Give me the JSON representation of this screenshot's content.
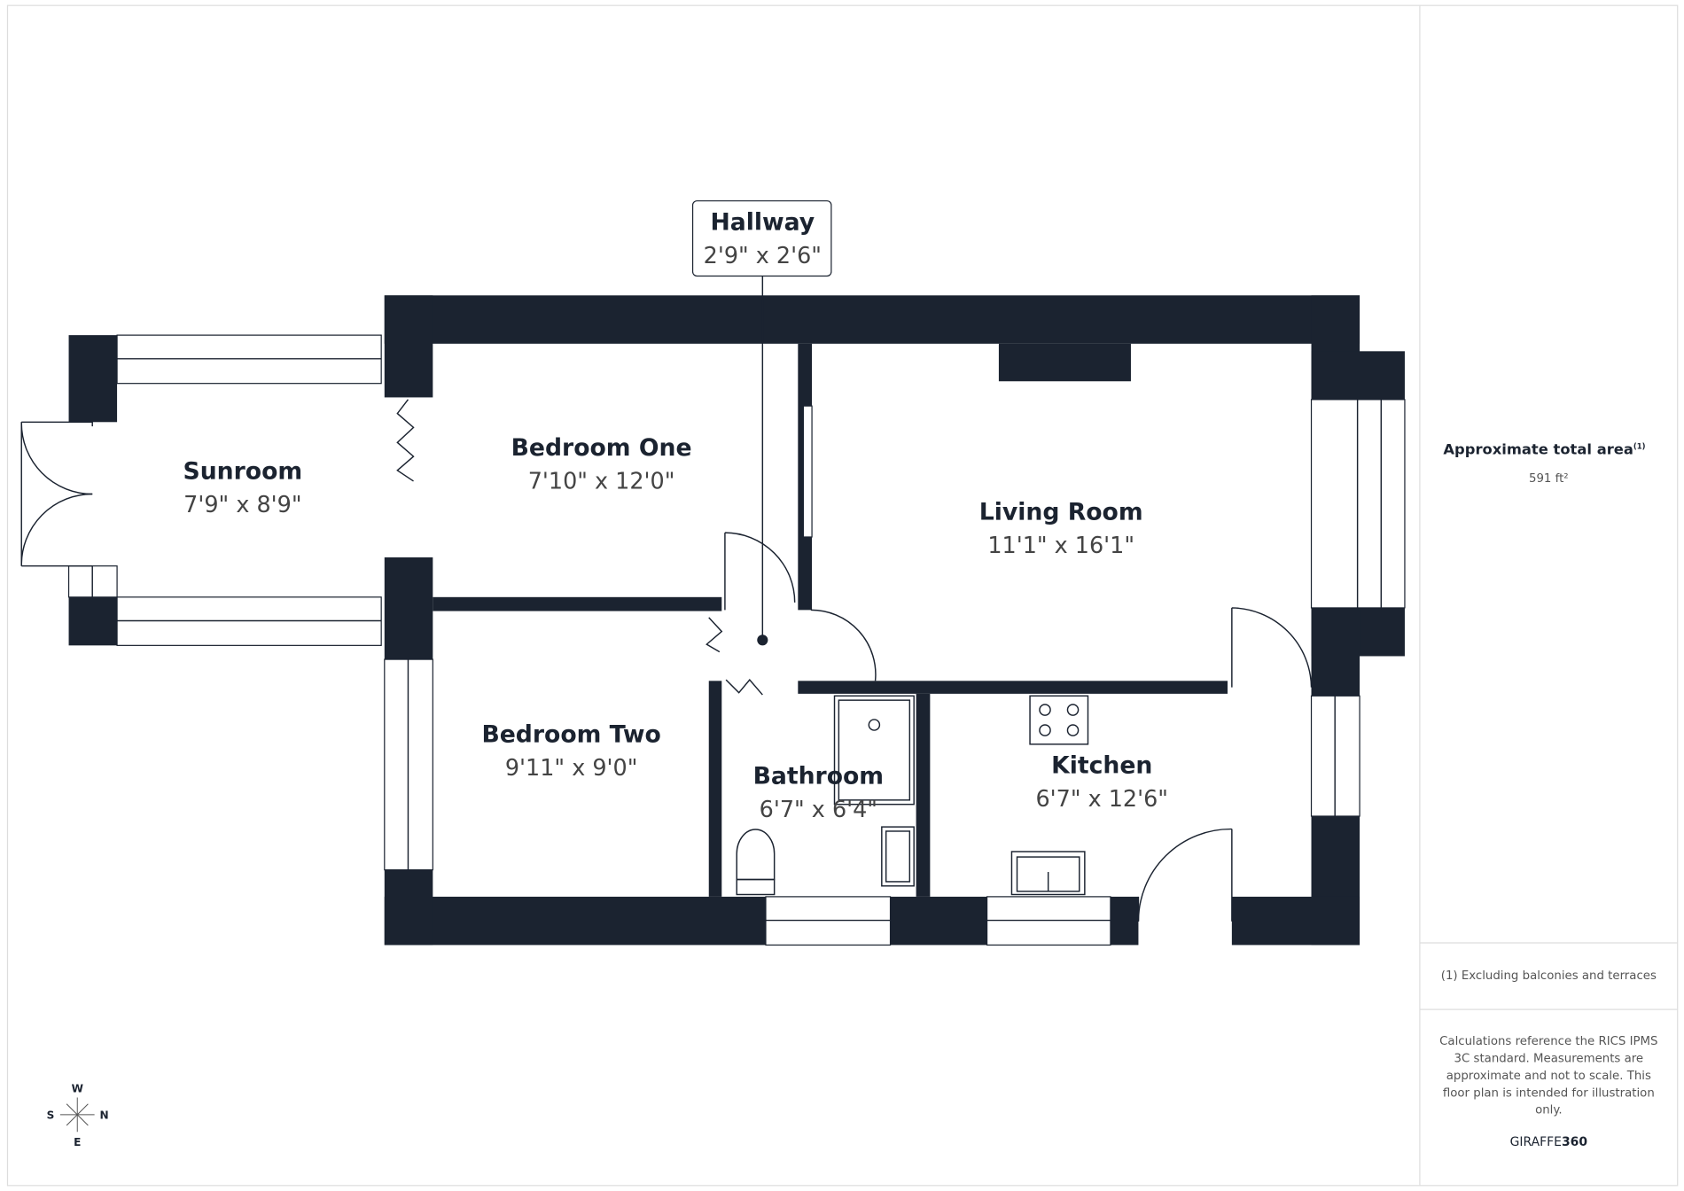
{
  "rooms": {
    "hallway": {
      "name": "Hallway",
      "dims": "2'9\" x 2'6\""
    },
    "sunroom": {
      "name": "Sunroom",
      "dims": "7'9\" x 8'9\""
    },
    "bedroom_one": {
      "name": "Bedroom One",
      "dims": "7'10\" x 12'0\""
    },
    "living_room": {
      "name": "Living Room",
      "dims": "11'1\" x 16'1\""
    },
    "bedroom_two": {
      "name": "Bedroom Two",
      "dims": "9'11\" x 9'0\""
    },
    "bathroom": {
      "name": "Bathroom",
      "dims": "6'7\" x 6'4\""
    },
    "kitchen": {
      "name": "Kitchen",
      "dims": "6'7\" x 12'6\""
    }
  },
  "panel": {
    "area_title": "Approximate total area",
    "area_note_ref": "(1)",
    "area_value": "591 ft²",
    "footnote": "(1) Excluding balconies and terraces",
    "disclaimer_lines": [
      "Calculations reference the RICS IPMS",
      "3C standard. Measurements are",
      "approximate and not to scale. This",
      "floor plan is intended for illustration",
      "only."
    ],
    "brand_light": "GIRAFFE",
    "brand_bold": "360"
  },
  "compass": {
    "top": "W",
    "left": "S",
    "right": "N",
    "bottom": "E"
  },
  "colors": {
    "wall": "#1b2330",
    "text": "#1b2330"
  }
}
